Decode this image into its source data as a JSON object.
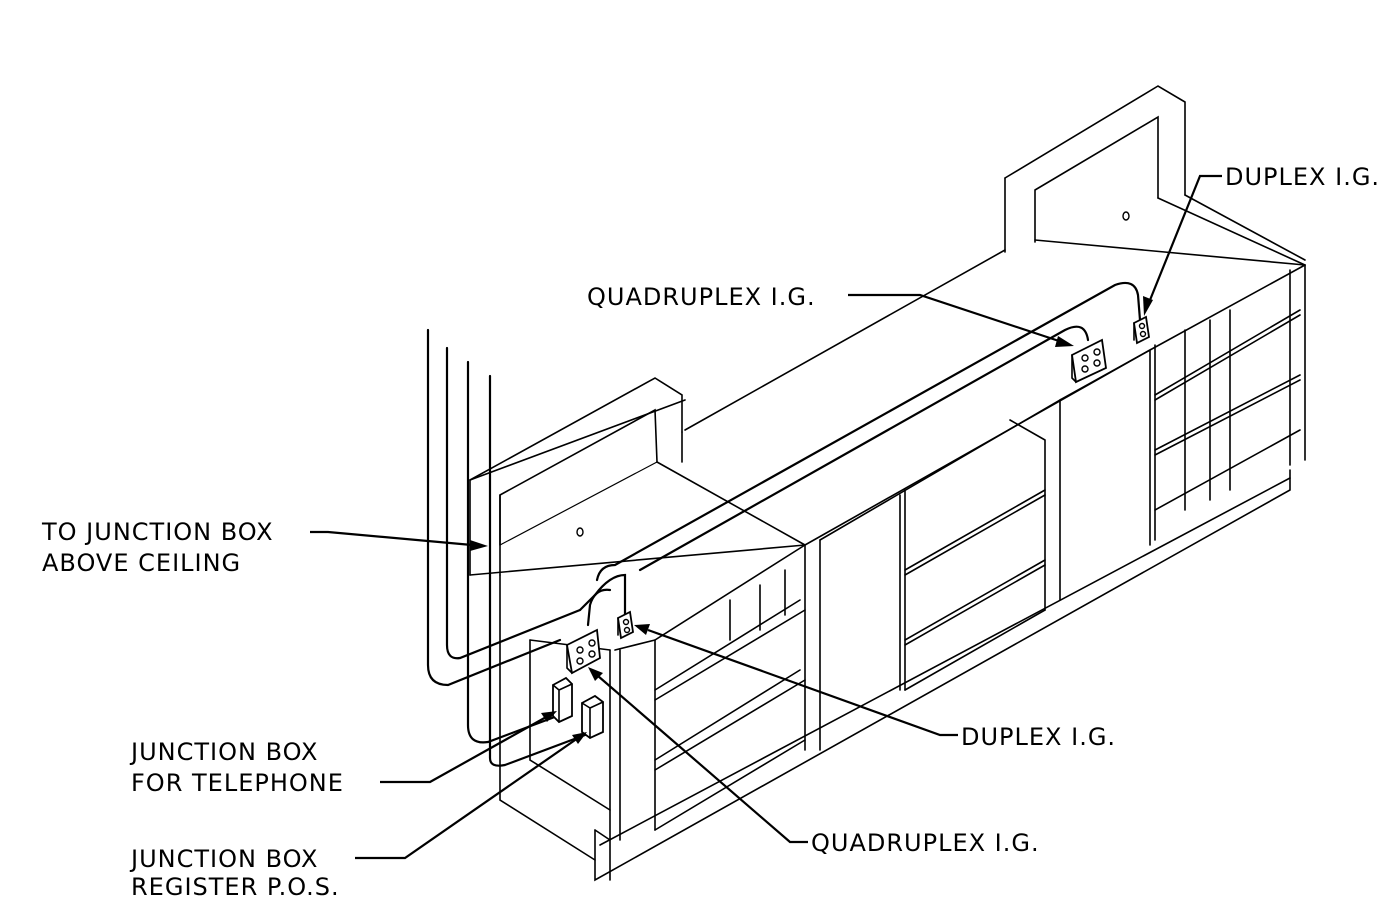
{
  "labels": {
    "duplex_top": "DUPLEX I.G.",
    "quadruplex_top": "QUADRUPLEX I.G.",
    "junction_ceiling_1": "TO JUNCTION BOX",
    "junction_ceiling_2": "ABOVE CEILING",
    "duplex_mid": "DUPLEX I.G.",
    "junction_phone_1": "JUNCTION BOX",
    "junction_phone_2": "FOR TELEPHONE",
    "quadruplex_bottom": "QUADRUPLEX I.G.",
    "junction_pos_1": "JUNCTION BOX",
    "junction_pos_2": "REGISTER P.O.S."
  }
}
